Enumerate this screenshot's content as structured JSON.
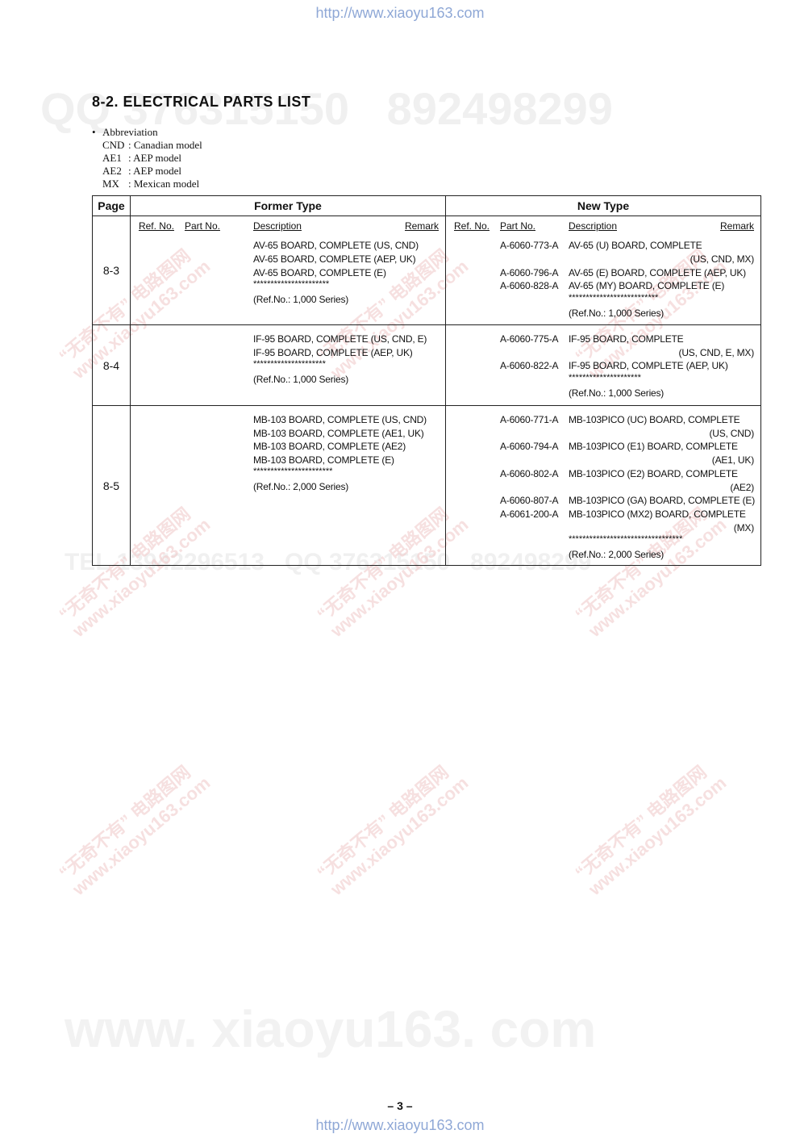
{
  "header_url": "http://www.xiaoyu163.com",
  "footer_url": "http://www.xiaoyu163.com",
  "heading": "8-2.   ELECTRICAL  PARTS  LIST",
  "abbreviation": {
    "bullet": "•",
    "title": "Abbreviation",
    "items": [
      {
        "code": "CND",
        "text": ": Canadian model"
      },
      {
        "code": "AE1",
        "text": ": AEP model"
      },
      {
        "code": "AE2",
        "text": ": AEP model"
      },
      {
        "code": "MX",
        "text": ": Mexican model"
      }
    ]
  },
  "table": {
    "col_page": "Page",
    "col_former": "Former Type",
    "col_new": "New Type",
    "sub_ref": "Ref. No.",
    "sub_part": "Part No.",
    "sub_desc": "Description",
    "sub_remark": "Remark",
    "rows": [
      {
        "page": "8-3",
        "former": [
          "AV-65 BOARD, COMPLETE (US, CND)",
          "AV-65 BOARD, COMPLETE (AEP, UK)",
          "AV-65 BOARD, COMPLETE (E)",
          "**********************",
          "(Ref.No.: 1,000 Series)"
        ],
        "new": [
          {
            "part": "A-6060-773-A",
            "desc": "AV-65 (U) BOARD, COMPLETE"
          },
          {
            "part": "",
            "desc": "",
            "remark": "(US, CND, MX)"
          },
          {
            "part": "A-6060-796-A",
            "desc": "AV-65 (E) BOARD, COMPLETE (AEP, UK)"
          },
          {
            "part": "A-6060-828-A",
            "desc": "AV-65 (MY) BOARD, COMPLETE (E)"
          },
          {
            "part": "",
            "desc": "**************************"
          },
          {
            "part": "",
            "desc": "(Ref.No.: 1,000 Series)"
          }
        ]
      },
      {
        "page": "8-4",
        "former": [
          "IF-95 BOARD, COMPLETE (US, CND, E)",
          "IF-95 BOARD, COMPLETE (AEP, UK)",
          "*********************",
          "(Ref.No.: 1,000 Series)"
        ],
        "new": [
          {
            "part": "A-6060-775-A",
            "desc": "IF-95 BOARD, COMPLETE"
          },
          {
            "part": "",
            "desc": "",
            "remark": "(US, CND, E, MX)"
          },
          {
            "part": "A-6060-822-A",
            "desc": "IF-95 BOARD, COMPLETE (AEP, UK)"
          },
          {
            "part": "",
            "desc": "*********************"
          },
          {
            "part": "",
            "desc": "(Ref.No.: 1,000 Series)"
          }
        ]
      },
      {
        "page": "8-5",
        "former": [
          "MB-103 BOARD, COMPLETE (US, CND)",
          "MB-103 BOARD, COMPLETE (AE1, UK)",
          "MB-103 BOARD, COMPLETE (AE2)",
          "MB-103 BOARD, COMPLETE (E)",
          "***********************",
          "(Ref.No.: 2,000 Series)"
        ],
        "new": [
          {
            "part": "A-6060-771-A",
            "desc": "MB-103PICO (UC) BOARD, COMPLETE"
          },
          {
            "part": "",
            "desc": "",
            "remark": "(US, CND)"
          },
          {
            "part": "A-6060-794-A",
            "desc": "MB-103PICO (E1) BOARD, COMPLETE"
          },
          {
            "part": "",
            "desc": "",
            "remark": "(AE1, UK)"
          },
          {
            "part": "A-6060-802-A",
            "desc": "MB-103PICO (E2) BOARD, COMPLETE"
          },
          {
            "part": "",
            "desc": "",
            "remark": "(AE2)"
          },
          {
            "part": "A-6060-807-A",
            "desc": "MB-103PICO (GA) BOARD, COMPLETE (E)"
          },
          {
            "part": "A-6061-200-A",
            "desc": "MB-103PICO (MX2) BOARD, COMPLETE"
          },
          {
            "part": "",
            "desc": "",
            "remark": "(MX)"
          },
          {
            "part": "",
            "desc": "*********************************"
          },
          {
            "part": "",
            "desc": "(Ref.No.: 2,000 Series)"
          }
        ]
      }
    ]
  },
  "page_number": "– 3 –"
}
